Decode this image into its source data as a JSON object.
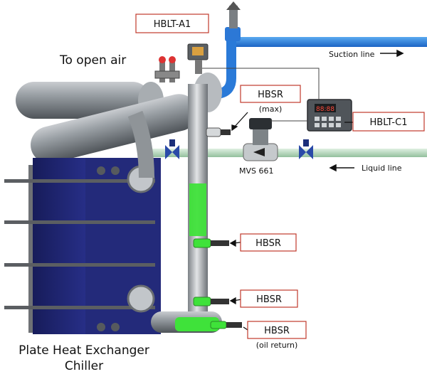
{
  "labels": {
    "hblt_a1": "HBLT-A1",
    "open_air": "To open air",
    "suction_line": "Suction line",
    "hbsr_top": "HBSR",
    "hbsr_top_sub": "(max)",
    "hblt_c1": "HBLT-C1",
    "mvs": "MVS 661",
    "liquid_line": "Liquid line",
    "hbsr_mid": "HBSR",
    "hbsr_low": "HBSR",
    "hbsr_bottom": "HBSR",
    "hbsr_bottom_sub": "(oil return)",
    "plate_title_1": "Plate Heat Exchanger",
    "plate_title_2": "Chiller"
  },
  "controller_display": "88:88",
  "colors": {
    "suction_pipe": "#3a8fe0",
    "liquid_pipe": "#b9dcc0",
    "oil_green": "#3fe23a",
    "plate_blue": "#1e2470",
    "pipe_gray": "#8f9498",
    "label_border": "#c0392b",
    "valve_blue": "#2a4aa8"
  }
}
